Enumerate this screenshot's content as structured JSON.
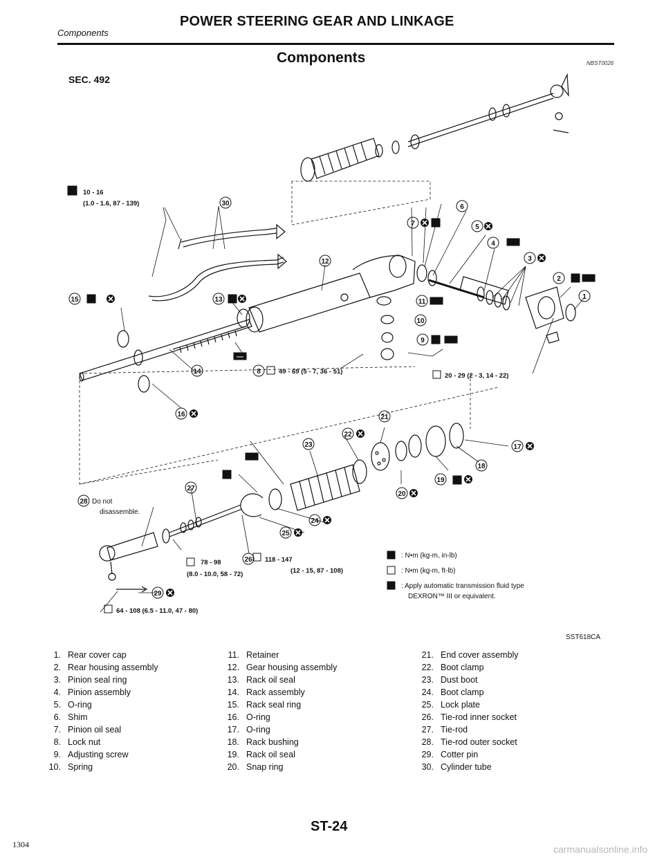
{
  "header": {
    "section": "Components",
    "title": "POWER STEERING GEAR AND LINKAGE"
  },
  "subtitle": "Components",
  "ref_code": "NBST0026",
  "sec_label": "SEC. 492",
  "torques": {
    "t1a": "10 - 16",
    "t1b": "(1.0 - 1.6, 87 - 139)",
    "t2": "49 - 69 (5 - 7, 36 - 51)",
    "t3": "20 - 29 (2 - 3, 14 - 22)",
    "t4a": "78 - 98",
    "t4b": "(8.0 - 10.0, 58 - 72)",
    "t5a": "118 - 147",
    "t5b": "(12 - 15, 87 - 108)",
    "t6": "64 - 108 (6.5 - 11.0, 47 - 80)"
  },
  "note_28_a": "Do not",
  "note_28_b": "disassemble.",
  "legend": {
    "l1": ": N•m (kg-m, in-lb)",
    "l2": ": N•m (kg-m, ft-lb)",
    "l3a": ": Apply automatic transmission fluid type",
    "l3b": "DEXRON™ III or equivalent."
  },
  "figure_code": "SST618CA",
  "parts_col1": [
    {
      "n": "1.",
      "label": "Rear cover cap"
    },
    {
      "n": "2.",
      "label": "Rear housing assembly"
    },
    {
      "n": "3.",
      "label": "Pinion seal ring"
    },
    {
      "n": "4.",
      "label": "Pinion assembly"
    },
    {
      "n": "5.",
      "label": "O-ring"
    },
    {
      "n": "6.",
      "label": "Shim"
    },
    {
      "n": "7.",
      "label": "Pinion oil seal"
    },
    {
      "n": "8.",
      "label": "Lock nut"
    },
    {
      "n": "9.",
      "label": "Adjusting screw"
    },
    {
      "n": "10.",
      "label": "Spring"
    }
  ],
  "parts_col2": [
    {
      "n": "11.",
      "label": "Retainer"
    },
    {
      "n": "12.",
      "label": "Gear housing assembly"
    },
    {
      "n": "13.",
      "label": "Rack oil seal"
    },
    {
      "n": "14.",
      "label": "Rack assembly"
    },
    {
      "n": "15.",
      "label": "Rack seal ring"
    },
    {
      "n": "16.",
      "label": "O-ring"
    },
    {
      "n": "17.",
      "label": "O-ring"
    },
    {
      "n": "18.",
      "label": "Rack bushing"
    },
    {
      "n": "19.",
      "label": "Rack oil seal"
    },
    {
      "n": "20.",
      "label": "Snap ring"
    }
  ],
  "parts_col3": [
    {
      "n": "21.",
      "label": "End cover assembly"
    },
    {
      "n": "22.",
      "label": "Boot clamp"
    },
    {
      "n": "23.",
      "label": "Dust boot"
    },
    {
      "n": "24.",
      "label": "Boot clamp"
    },
    {
      "n": "25.",
      "label": "Lock plate"
    },
    {
      "n": "26.",
      "label": "Tie-rod inner socket"
    },
    {
      "n": "27.",
      "label": "Tie-rod"
    },
    {
      "n": "28.",
      "label": "Tie-rod outer socket"
    },
    {
      "n": "29.",
      "label": "Cotter pin"
    },
    {
      "n": "30.",
      "label": "Cylinder tube"
    }
  ],
  "page_code": "ST-24",
  "page_number": "1304",
  "watermark": "carmanualsonline.info",
  "callout_numbers": [
    "1",
    "2",
    "3",
    "4",
    "5",
    "6",
    "7",
    "8",
    "9",
    "10",
    "11",
    "12",
    "13",
    "14",
    "15",
    "16",
    "17",
    "18",
    "19",
    "20",
    "21",
    "22",
    "23",
    "24",
    "25",
    "26",
    "27",
    "28",
    "29",
    "30"
  ]
}
